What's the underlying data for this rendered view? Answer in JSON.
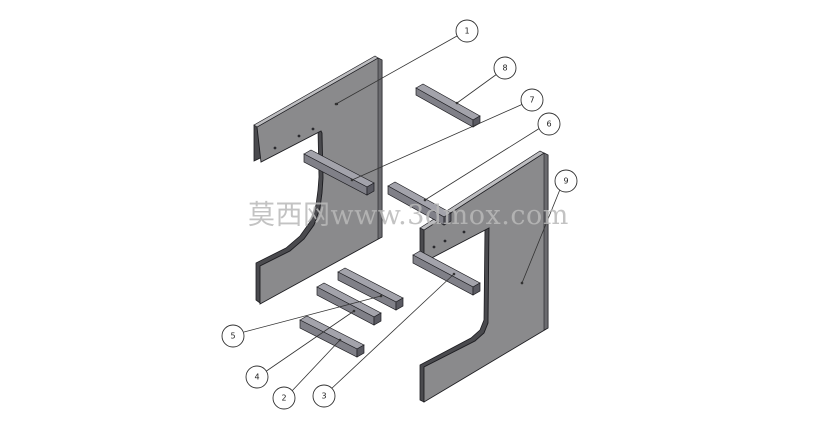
{
  "watermark": "莫西网www.3dmox.com",
  "colors": {
    "panel_face": "#8a8a8c",
    "panel_edge_light": "#bdbdc0",
    "panel_edge_dark": "#4a4a4e",
    "bar_face": "#808088",
    "bar_top": "#a3a3ab",
    "bar_side": "#5a5a62",
    "outline": "#1e1e22",
    "leader": "#333333"
  },
  "balloons": [
    {
      "part": "side-panel-left",
      "label": "1"
    },
    {
      "part": "rail-upper-right",
      "label": "8"
    },
    {
      "part": "rail-upper-left",
      "label": "7"
    },
    {
      "part": "rail-middle",
      "label": "6"
    },
    {
      "part": "side-panel-right",
      "label": "9"
    },
    {
      "part": "rail-lower-top",
      "label": "5"
    },
    {
      "part": "rail-lower-middle",
      "label": "4"
    },
    {
      "part": "rail-lower-bottom",
      "label": "2"
    },
    {
      "part": "rail-lower-right",
      "label": "3"
    }
  ]
}
